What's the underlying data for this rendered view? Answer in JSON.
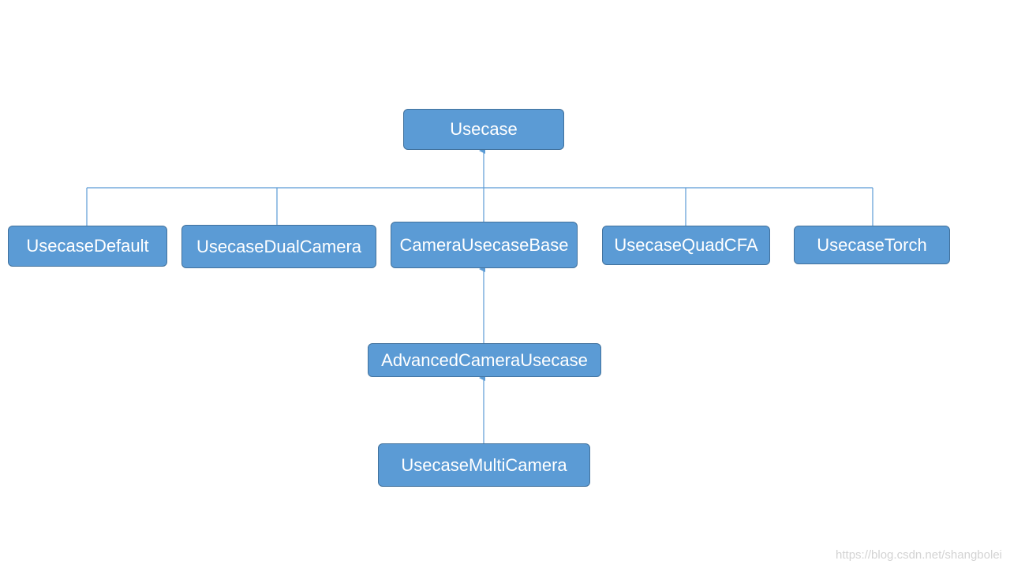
{
  "diagram": {
    "node_color": "#5b9bd5",
    "line_color": "#5b9bd5",
    "nodes": {
      "usecase": "Usecase",
      "usecase_default": "UsecaseDefault",
      "usecase_dual_camera": "UsecaseDualCamera",
      "camera_usecase_base": "CameraUsecaseBase",
      "usecase_quad_cfa": "UsecaseQuadCFA",
      "usecase_torch": "UsecaseTorch",
      "advanced_camera_usecase": "AdvancedCameraUsecase",
      "usecase_multi_camera": "UsecaseMultiCamera"
    },
    "edges": [
      {
        "from": "UsecaseDefault",
        "to": "Usecase"
      },
      {
        "from": "UsecaseDualCamera",
        "to": "Usecase"
      },
      {
        "from": "CameraUsecaseBase",
        "to": "Usecase"
      },
      {
        "from": "UsecaseQuadCFA",
        "to": "Usecase"
      },
      {
        "from": "UsecaseTorch",
        "to": "Usecase"
      },
      {
        "from": "AdvancedCameraUsecase",
        "to": "CameraUsecaseBase"
      },
      {
        "from": "UsecaseMultiCamera",
        "to": "AdvancedCameraUsecase"
      }
    ]
  },
  "watermark": "https://blog.csdn.net/shangbolei"
}
